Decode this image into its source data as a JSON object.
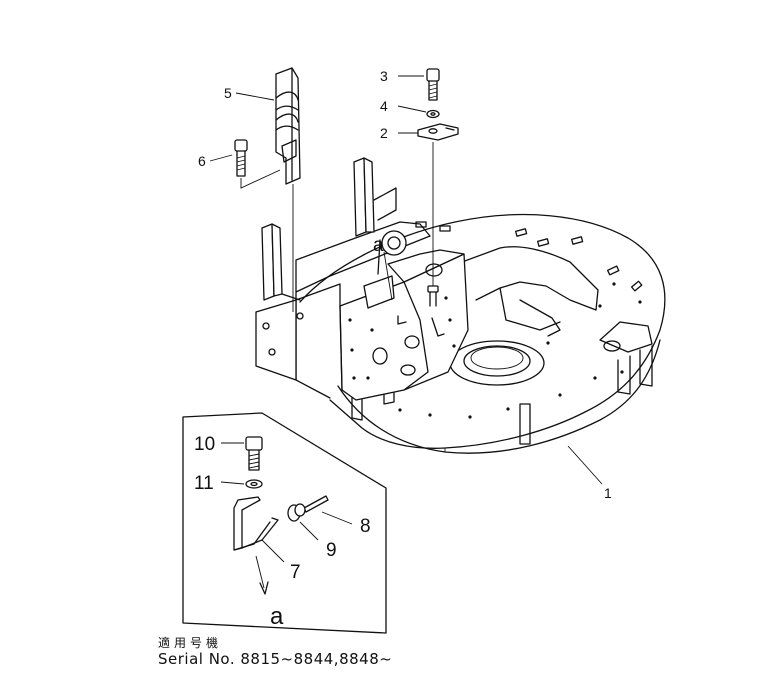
{
  "callouts": {
    "p1": "1",
    "p2": "2",
    "p3": "3",
    "p4": "4",
    "p5": "5",
    "p6": "6",
    "p7": "7",
    "p8": "8",
    "p9": "9",
    "p10": "10",
    "p11": "11",
    "ref_a_main": "a",
    "ref_a_detail": "a"
  },
  "footer": {
    "applicable_label": "適用号機",
    "serial": "Serial No. 8815~8844,8848~"
  }
}
